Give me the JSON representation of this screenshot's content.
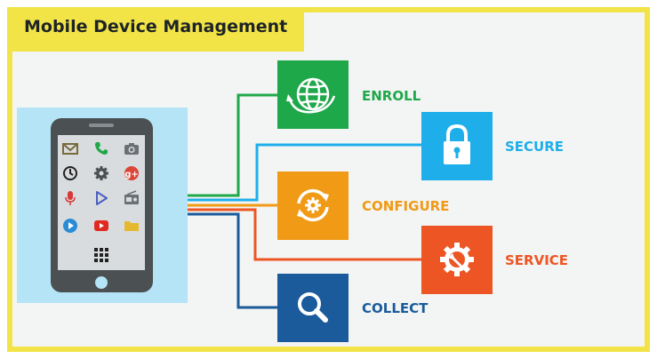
{
  "header": {
    "title": "Mobile Device Management"
  },
  "colors": {
    "enroll": "#1fa84a",
    "secure": "#1eaeea",
    "configure": "#f09a16",
    "service": "#ed5524",
    "collect": "#1b5b9b",
    "frame": "#f2e447",
    "phone_panel": "#b5e4f6"
  },
  "phone": {
    "apps": [
      {
        "name": "mail-app-icon"
      },
      {
        "name": "phone-app-icon"
      },
      {
        "name": "camera-app-icon"
      },
      {
        "name": "clock-app-icon"
      },
      {
        "name": "settings-app-icon"
      },
      {
        "name": "google-plus-app-icon"
      },
      {
        "name": "microphone-app-icon"
      },
      {
        "name": "play-store-app-icon"
      },
      {
        "name": "radio-app-icon"
      },
      {
        "name": "media-player-app-icon"
      },
      {
        "name": "youtube-app-icon"
      },
      {
        "name": "folder-app-icon"
      },
      {
        "name": "app-grid-icon"
      }
    ]
  },
  "steps": [
    {
      "id": "enroll",
      "label": "ENROLL",
      "icon": "globe-icon"
    },
    {
      "id": "secure",
      "label": "SECURE",
      "icon": "padlock-icon"
    },
    {
      "id": "configure",
      "label": "CONFIGURE",
      "icon": "configure-cycle-icon"
    },
    {
      "id": "service",
      "label": "SERVICE",
      "icon": "gear-wrench-icon"
    },
    {
      "id": "collect",
      "label": "COLLECT",
      "icon": "magnifier-icon"
    }
  ]
}
